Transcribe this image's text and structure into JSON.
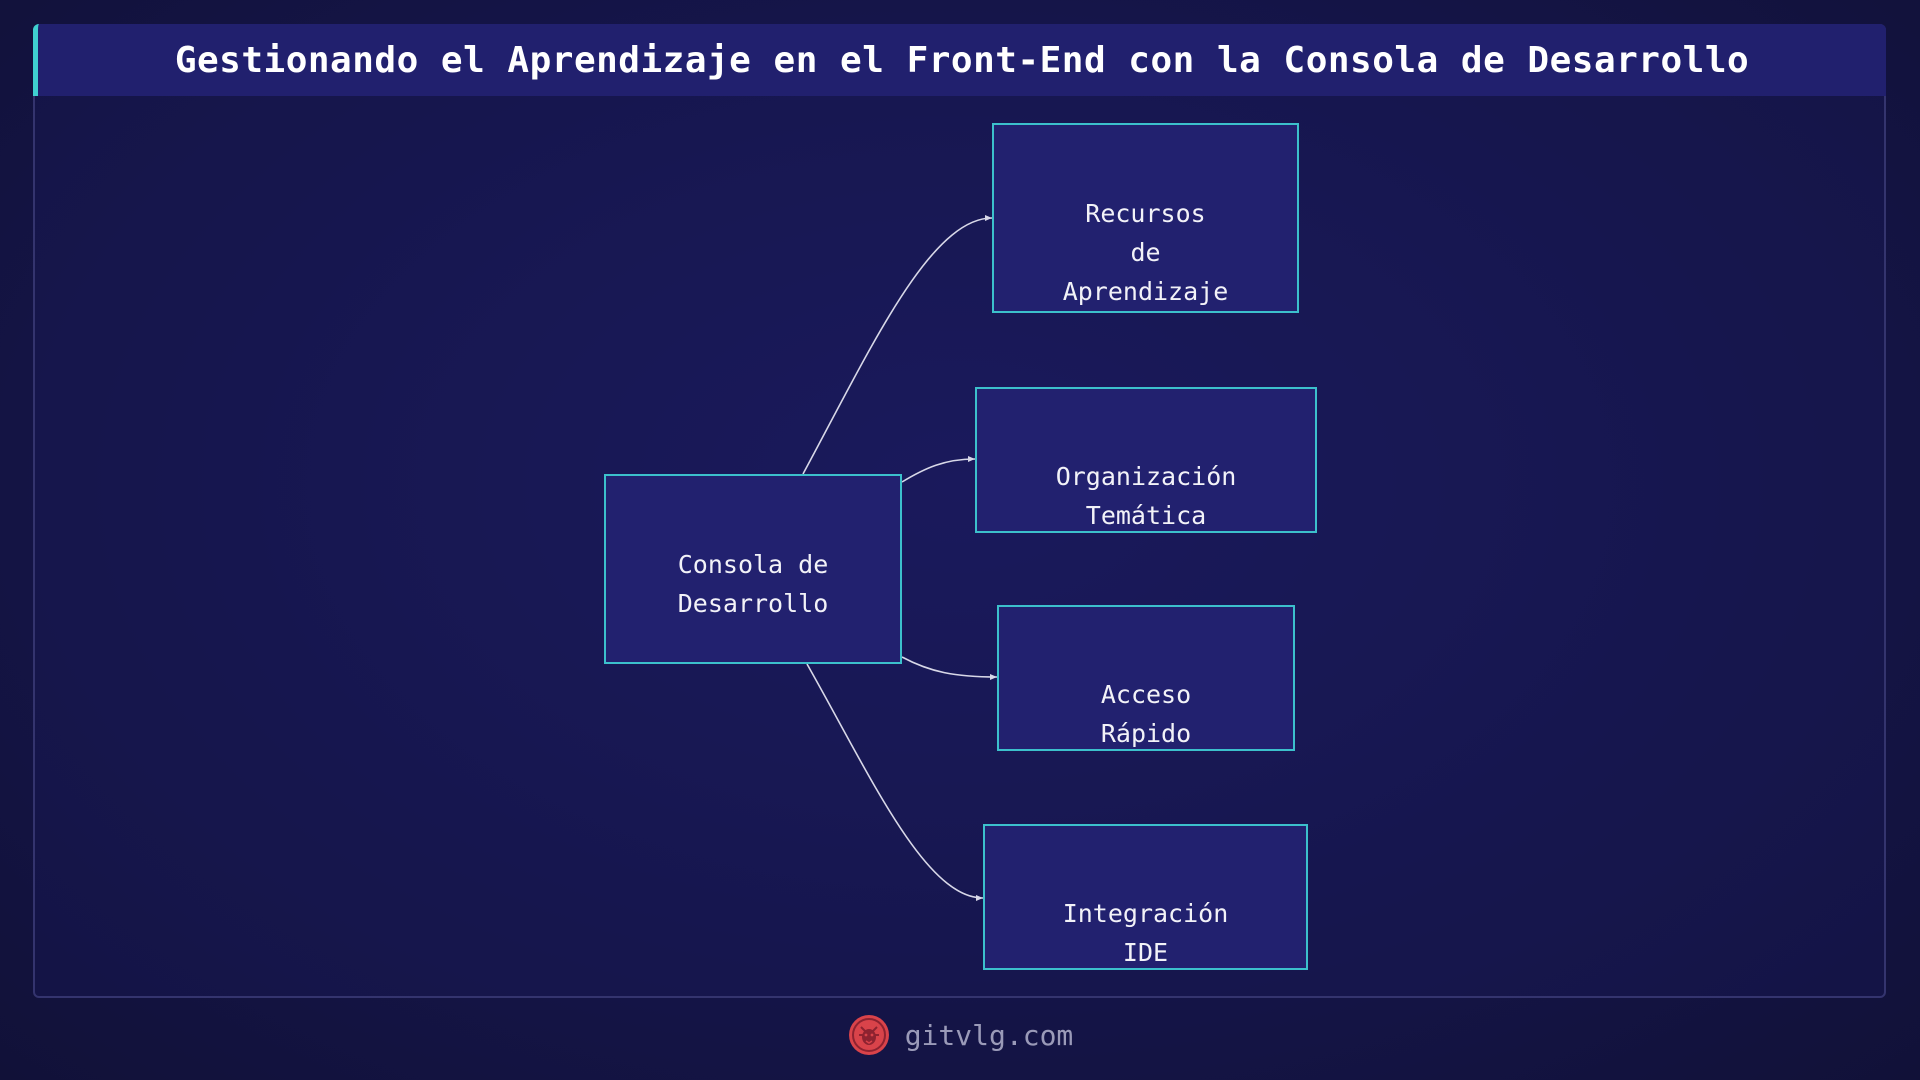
{
  "title": "Gestionando el Aprendizaje en el Front-End con la Consola de Desarrollo",
  "nodes": {
    "consola": "Consola de\nDesarrollo",
    "recursos": "Recursos\nde\nAprendizaje",
    "organizacion": "Organización\nTemática",
    "acceso": "Acceso\nRápido",
    "integracion": "Integración\nIDE"
  },
  "colors": {
    "background": "#16164e",
    "node_fill": "#22216f",
    "node_border": "#3cc0cc",
    "accent": "#3fd0d0",
    "edge": "#d8d8e8",
    "logo": "#d9434a"
  },
  "footer": {
    "logo_icon": "lion-head-icon",
    "site": "gitvlg.com"
  }
}
